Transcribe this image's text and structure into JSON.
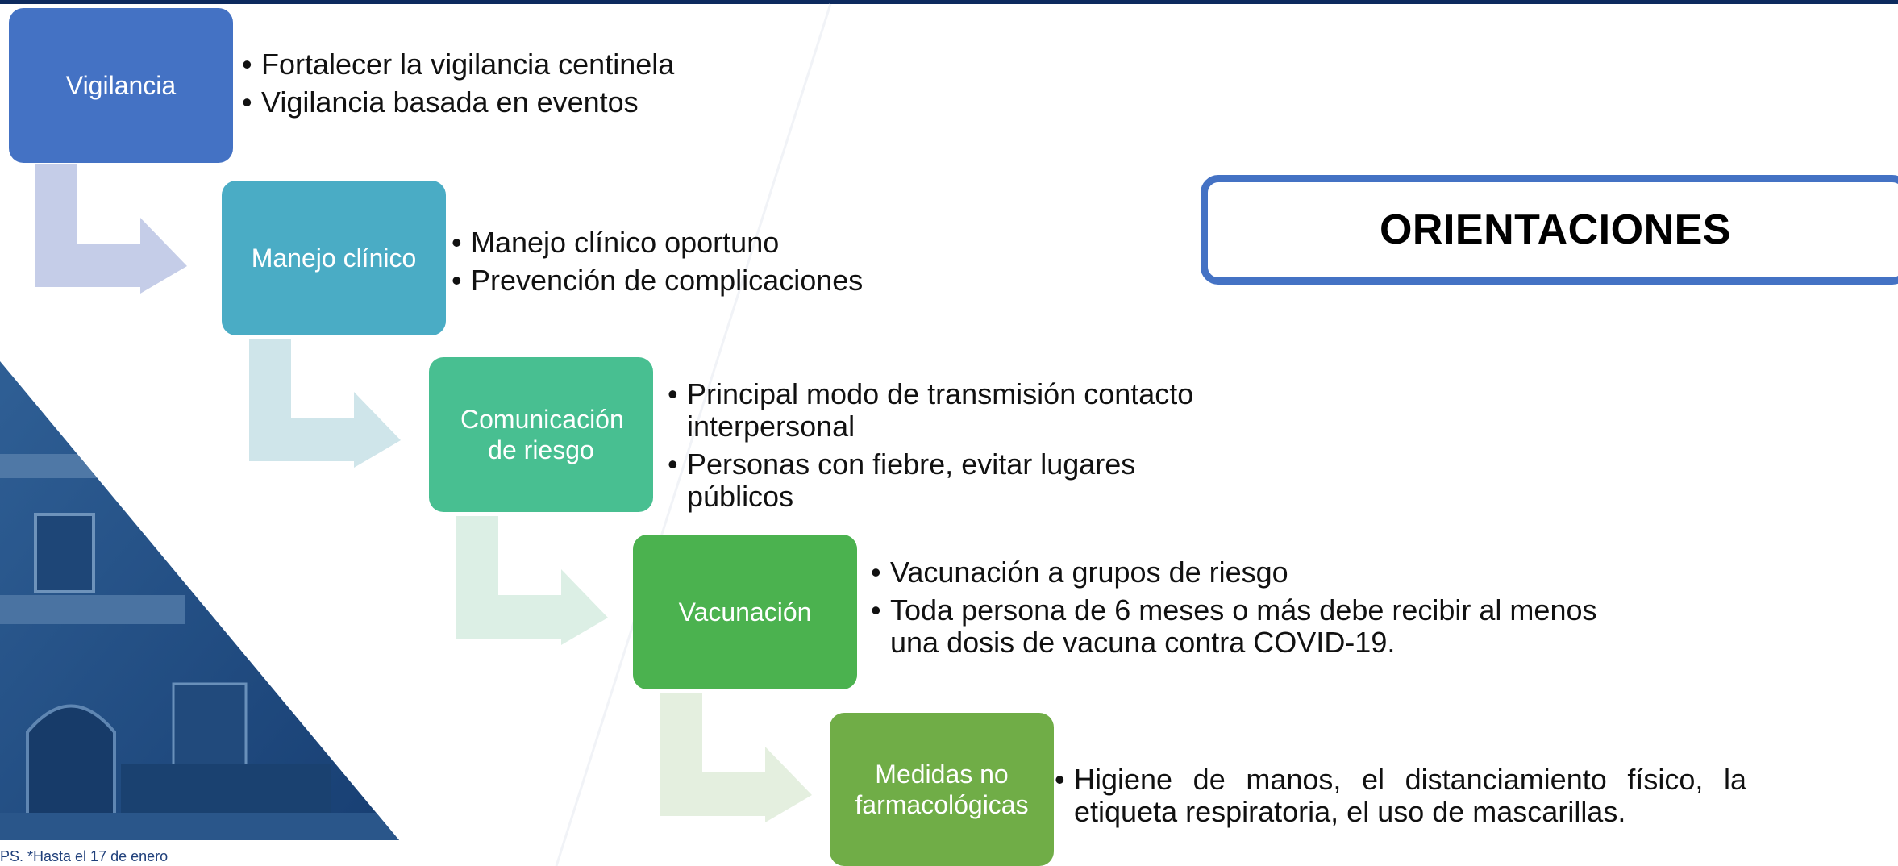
{
  "colors": {
    "topbar": "#0d2a5e",
    "step1": "#4472c4",
    "step2": "#4aacc5",
    "step3": "#48bf91",
    "step4": "#4bb24f",
    "step5": "#70ad47",
    "orientations_border": "#4472c4"
  },
  "steps": [
    {
      "label": "Vigilancia",
      "bullets": [
        "Fortalecer la vigilancia centinela",
        "Vigilancia basada en eventos"
      ]
    },
    {
      "label": "Manejo clínico",
      "bullets": [
        "Manejo clínico oportuno",
        "Prevención de complicaciones"
      ]
    },
    {
      "label": "Comunicación de riesgo",
      "bullets": [
        "Principal modo de transmisión contacto interpersonal",
        "Personas con fiebre, evitar lugares públicos"
      ]
    },
    {
      "label": "Vacunación",
      "bullets": [
        "Vacunación a grupos de riesgo",
        "Toda persona de 6 meses o más debe recibir al menos una dosis de vacuna contra COVID-19."
      ]
    },
    {
      "label": "Medidas no farmacológicas",
      "bullets": [
        "Higiene de manos, el distanciamiento físico, la etiqueta respiratoria, el uso de mascarillas."
      ]
    }
  ],
  "orientations_title": "ORIENTACIONES",
  "footnote": "PS. *Hasta el 17 de enero"
}
